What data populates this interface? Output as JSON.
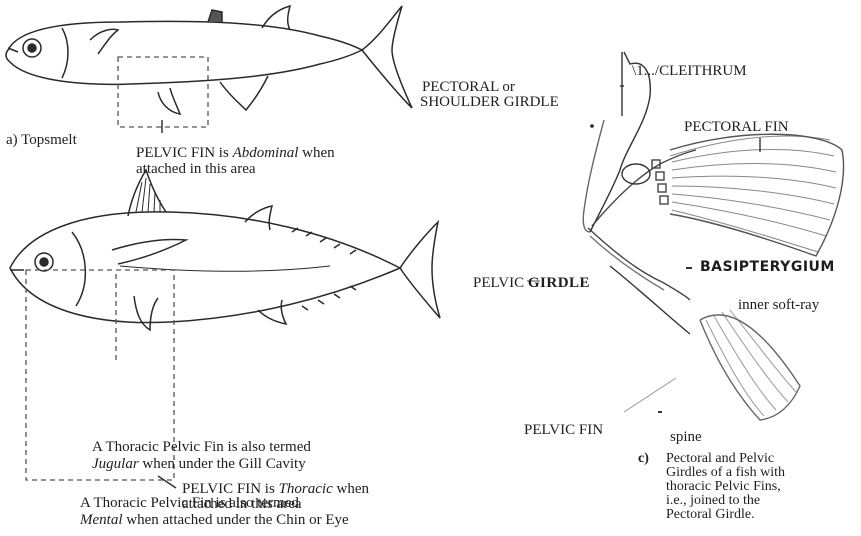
{
  "figure_a": {
    "name": "a) Topsmelt",
    "pelvic_text_1": "PELVIC FIN is",
    "pelvic_italic": "Abdominal",
    "pelvic_text_2": "when",
    "pelvic_text_3": "attached in this area"
  },
  "figure_b": {
    "pelvic_text_1": "PELVIC FIN is",
    "pelvic_italic": "Thoracic",
    "pelvic_text_2": "when",
    "pelvic_text_3": "attached in this area",
    "jugular_line1": "A Thoracic Pelvic Fin is also termed",
    "jugular_italic": "Jugular",
    "jugular_rest": "when under the Gill Cavity",
    "mental_line1": "A Thoracic Pelvic Fin is also termed",
    "mental_italic": "Mental",
    "mental_rest": "when attached under the Chin or Eye"
  },
  "figure_c": {
    "cleithrum": "\\1.../CLEITHRUM",
    "girdle_line1": "PECTORAL or",
    "girdle_line2": "SHOULDER GIRDLE",
    "pectoral_fin": "PECTORAL FIN",
    "basipterygium": "BASIPTERYGIUM",
    "pelvic_word": "PELVIC",
    "girdle_word": "GIRDLE",
    "inner_soft_ray": "inner soft-ray",
    "pelvic_fin": "PELVIC FIN",
    "spine": "spine",
    "caption_prefix": "c)",
    "caption_1": "Pectoral and Pelvic",
    "caption_2": "Girdles of a fish with",
    "caption_3": "thoracic Pelvic Fins,",
    "caption_4": "i.e., joined to the",
    "caption_5": "Pectoral Girdle."
  }
}
